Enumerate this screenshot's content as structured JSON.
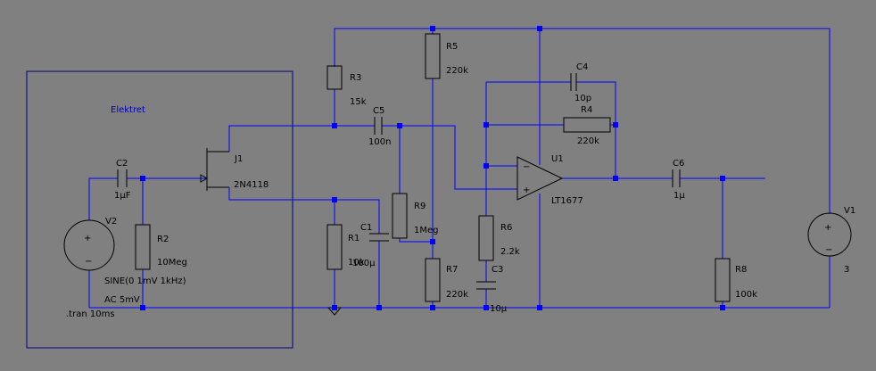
{
  "colors": {
    "background": "#808080",
    "wire": "#0000ff",
    "component": "#000000",
    "junction": "#0000ff",
    "label": "#000000",
    "block_label": "#0000b0"
  },
  "block": {
    "label": "Elektret"
  },
  "components": {
    "r2": {
      "ref": "R2",
      "value": "10Meg"
    },
    "r1": {
      "ref": "R1",
      "value": "10k"
    },
    "r3": {
      "ref": "R3",
      "value": "15k"
    },
    "r4": {
      "ref": "R4",
      "value": "220k"
    },
    "r5": {
      "ref": "R5",
      "value": "220k"
    },
    "r6": {
      "ref": "R6",
      "value": "2.2k"
    },
    "r7": {
      "ref": "R7",
      "value": "220k"
    },
    "r8": {
      "ref": "R8",
      "value": "100k"
    },
    "r9": {
      "ref": "R9",
      "value": "1Meg"
    },
    "c1": {
      "ref": "C1",
      "value": "100µ"
    },
    "c2": {
      "ref": "C2",
      "value": "1µF"
    },
    "c3": {
      "ref": "C3",
      "value": "10µ"
    },
    "c4": {
      "ref": "C4",
      "value": "10p"
    },
    "c5": {
      "ref": "C5",
      "value": "100n"
    },
    "c6": {
      "ref": "C6",
      "value": "1µ"
    },
    "j1": {
      "ref": "J1",
      "value": "2N4118"
    },
    "u1": {
      "ref": "U1",
      "value": "LT1677"
    },
    "v1": {
      "ref": "V1",
      "value": "3"
    },
    "v2": {
      "ref": "V2",
      "value": "SINE(0 1mV 1kHz)",
      "ac": "AC 5mV"
    }
  },
  "directive": ".tran 10ms",
  "symbols": {
    "plus": "+",
    "minus": "−"
  }
}
